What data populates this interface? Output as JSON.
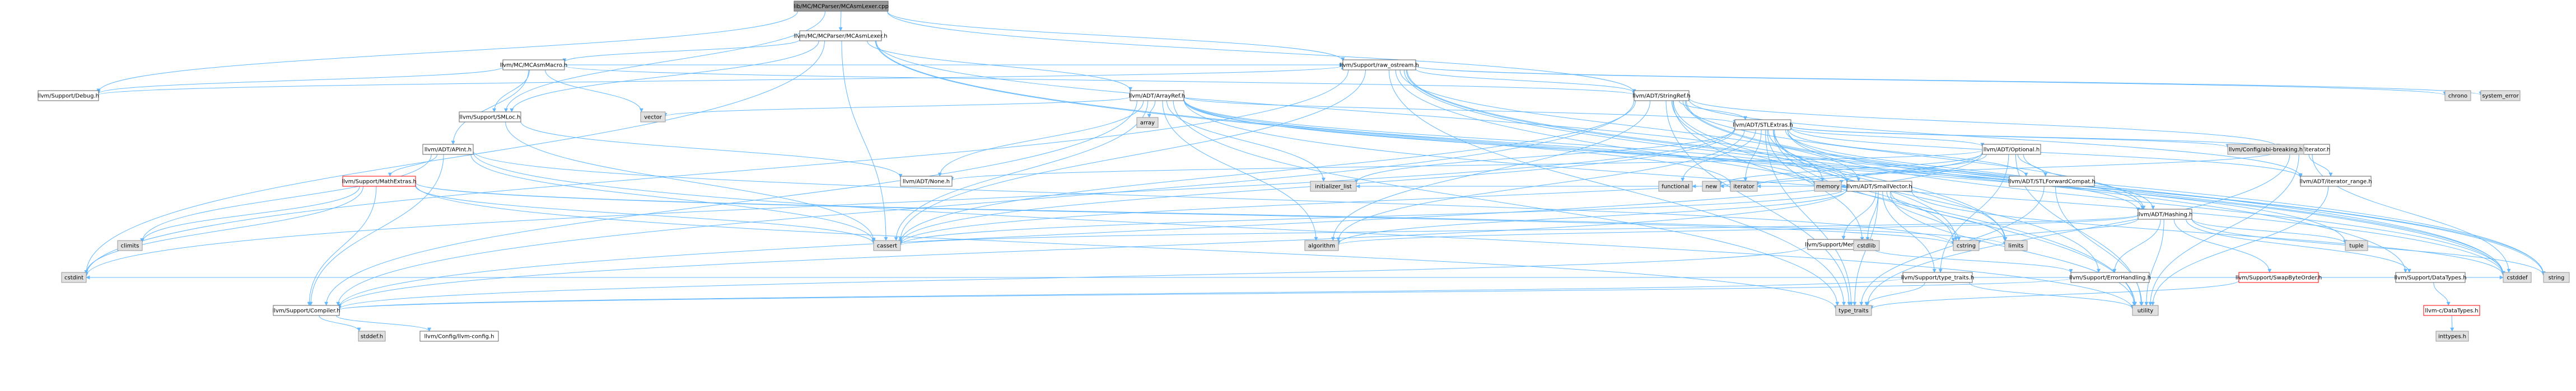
{
  "colors": {
    "root_fill": "#999999",
    "root_stroke": "#666666",
    "node_fill": "#ffffff",
    "node_stroke": "#666666",
    "system_fill": "#e0e0e0",
    "system_stroke": "#999999",
    "red_stroke": "#ff0000",
    "edge": "#63b8ff"
  },
  "nodes": [
    {
      "id": "root",
      "label": "lib/MC/MCParser/MCAsmLexer.cpp",
      "kind": "root"
    },
    {
      "id": "mcasmlexer_h",
      "label": "llvm/MC/MCParser/MCAsmLexer.h",
      "kind": "node"
    },
    {
      "id": "raw_ostream",
      "label": "llvm/Support/raw_ostream.h",
      "kind": "node"
    },
    {
      "id": "mcasmmacro",
      "label": "llvm/MC/MCAsmMacro.h",
      "kind": "node"
    },
    {
      "id": "debug",
      "label": "llvm/Support/Debug.h",
      "kind": "node"
    },
    {
      "id": "arrayref",
      "label": "llvm/ADT/ArrayRef.h",
      "kind": "node"
    },
    {
      "id": "stringref",
      "label": "llvm/ADT/StringRef.h",
      "kind": "node"
    },
    {
      "id": "smloc",
      "label": "llvm/Support/SMLoc.h",
      "kind": "node"
    },
    {
      "id": "apint",
      "label": "llvm/ADT/APInt.h",
      "kind": "node"
    },
    {
      "id": "stlextras",
      "label": "llvm/ADT/STLExtras.h",
      "kind": "node"
    },
    {
      "id": "smallvector",
      "label": "llvm/ADT/SmallVector.h",
      "kind": "node"
    },
    {
      "id": "optional",
      "label": "llvm/ADT/Optional.h",
      "kind": "node"
    },
    {
      "id": "iterator",
      "label": "llvm/ADT/iterator.h",
      "kind": "node"
    },
    {
      "id": "mathextras",
      "label": "llvm/Support/MathExtras.h",
      "kind": "red"
    },
    {
      "id": "none",
      "label": "llvm/ADT/None.h",
      "kind": "node"
    },
    {
      "id": "memalloc",
      "label": "llvm/Support/MemAlloc.h",
      "kind": "node"
    },
    {
      "id": "stlforwardcompat",
      "label": "llvm/ADT/STLForwardCompat.h",
      "kind": "node"
    },
    {
      "id": "hashing",
      "label": "llvm/ADT/Hashing.h",
      "kind": "node"
    },
    {
      "id": "iterator_range",
      "label": "llvm/ADT/iterator_range.h",
      "kind": "node"
    },
    {
      "id": "type_traits_h",
      "label": "llvm/Support/type_traits.h",
      "kind": "node"
    },
    {
      "id": "errorhandling",
      "label": "llvm/Support/ErrorHandling.h",
      "kind": "node"
    },
    {
      "id": "swapbyteorder",
      "label": "llvm/Support/SwapByteOrder.h",
      "kind": "red"
    },
    {
      "id": "datatypes_support",
      "label": "llvm/Support/DataTypes.h",
      "kind": "node"
    },
    {
      "id": "compiler",
      "label": "llvm/Support/Compiler.h",
      "kind": "node"
    },
    {
      "id": "datatypes_c",
      "label": "llvm-c/DataTypes.h",
      "kind": "red"
    },
    {
      "id": "llvm_config",
      "label": "llvm/Config/llvm-config.h",
      "kind": "node"
    },
    {
      "id": "abi_breaking",
      "label": "llvm/Config/abi-breaking.h",
      "kind": "system"
    },
    {
      "id": "vector",
      "label": "vector",
      "kind": "system"
    },
    {
      "id": "array",
      "label": "array",
      "kind": "system"
    },
    {
      "id": "chrono",
      "label": "chrono",
      "kind": "system"
    },
    {
      "id": "system_error",
      "label": "system_error",
      "kind": "system"
    },
    {
      "id": "string",
      "label": "string",
      "kind": "system"
    },
    {
      "id": "cstddef",
      "label": "cstddef",
      "kind": "system"
    },
    {
      "id": "cstdint",
      "label": "cstdint",
      "kind": "system"
    },
    {
      "id": "climits",
      "label": "climits",
      "kind": "system"
    },
    {
      "id": "initializer_list",
      "label": "initializer_list",
      "kind": "system"
    },
    {
      "id": "functional",
      "label": "functional",
      "kind": "system"
    },
    {
      "id": "new",
      "label": "new",
      "kind": "system"
    },
    {
      "id": "iterator_std",
      "label": "iterator",
      "kind": "system"
    },
    {
      "id": "memory",
      "label": "memory",
      "kind": "system"
    },
    {
      "id": "tuple",
      "label": "tuple",
      "kind": "system"
    },
    {
      "id": "cassert",
      "label": "cassert",
      "kind": "system"
    },
    {
      "id": "algorithm",
      "label": "algorithm",
      "kind": "system"
    },
    {
      "id": "cstdlib",
      "label": "cstdlib",
      "kind": "system"
    },
    {
      "id": "cstring",
      "label": "cstring",
      "kind": "system"
    },
    {
      "id": "limits",
      "label": "limits",
      "kind": "system"
    },
    {
      "id": "type_traits",
      "label": "type_traits",
      "kind": "system"
    },
    {
      "id": "utility",
      "label": "utility",
      "kind": "system"
    },
    {
      "id": "stddef_h",
      "label": "stddef.h",
      "kind": "system"
    },
    {
      "id": "inttypes_h",
      "label": "inttypes.h",
      "kind": "system"
    }
  ]
}
